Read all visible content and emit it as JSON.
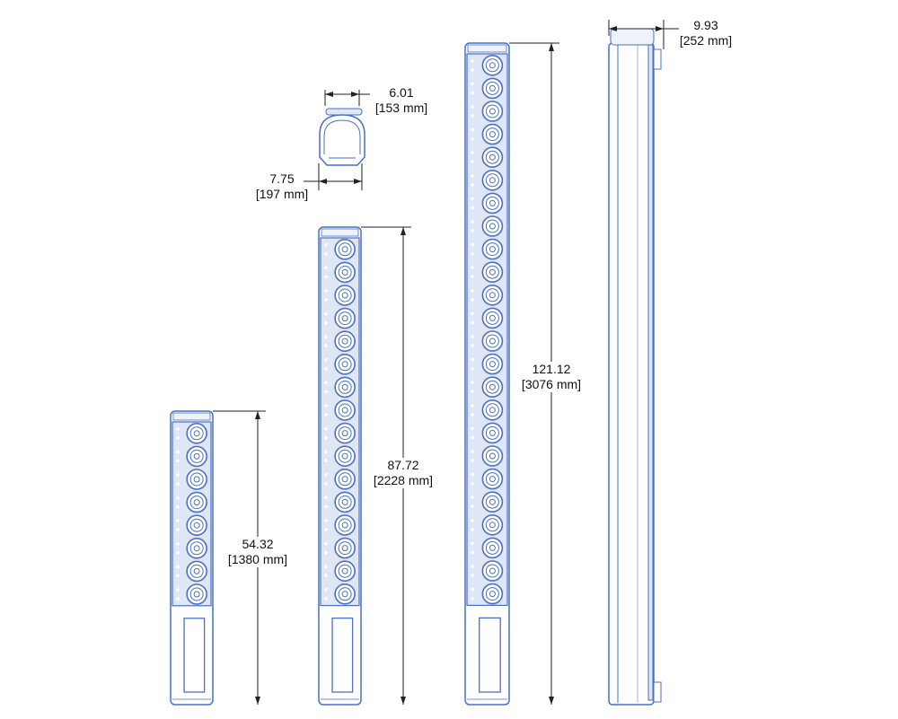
{
  "dimensions": {
    "small_height": {
      "inches": "54.32",
      "mm": "[1380 mm]"
    },
    "medium_height": {
      "inches": "87.72",
      "mm": "[2228 mm]"
    },
    "large_height": {
      "inches": "121.12",
      "mm": "[3076 mm]"
    },
    "top_width": {
      "inches": "6.01",
      "mm": "[153 mm]"
    },
    "bottom_width": {
      "inches": "7.75",
      "mm": "[197 mm]"
    },
    "depth": {
      "inches": "9.93",
      "mm": "[252 mm]"
    }
  },
  "speakers": {
    "small_driver_count": 8,
    "medium_driver_count": 16,
    "large_driver_count": 24
  },
  "colors": {
    "outline": "#4a6fc4",
    "fill": "#dfe6f6",
    "dim": "#222222"
  }
}
